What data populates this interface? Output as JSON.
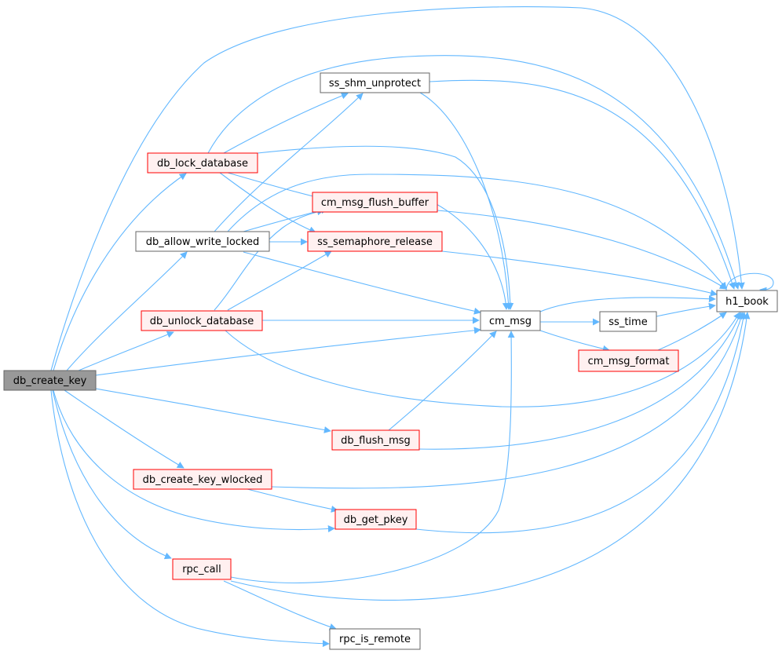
{
  "graph": {
    "colors": {
      "edge": "#63b8ff",
      "root_fill": "#999999",
      "root_stroke": "#666666",
      "red_fill": "#fff0f0",
      "red_stroke": "#ff0000",
      "plain_fill": "#ffffff",
      "plain_stroke": "#666666"
    },
    "nodes": {
      "db_create_key": "db_create_key",
      "db_lock_database": "db_lock_database",
      "db_allow_write_locked": "db_allow_write_locked",
      "db_unlock_database": "db_unlock_database",
      "db_flush_msg": "db_flush_msg",
      "db_create_key_wlocked": "db_create_key_wlocked",
      "db_get_pkey": "db_get_pkey",
      "rpc_call": "rpc_call",
      "rpc_is_remote": "rpc_is_remote",
      "ss_shm_unprotect": "ss_shm_unprotect",
      "cm_msg_flush_buffer": "cm_msg_flush_buffer",
      "ss_semaphore_release": "ss_semaphore_release",
      "cm_msg": "cm_msg",
      "ss_time": "ss_time",
      "cm_msg_format": "cm_msg_format",
      "h1_book": "h1_book"
    }
  }
}
